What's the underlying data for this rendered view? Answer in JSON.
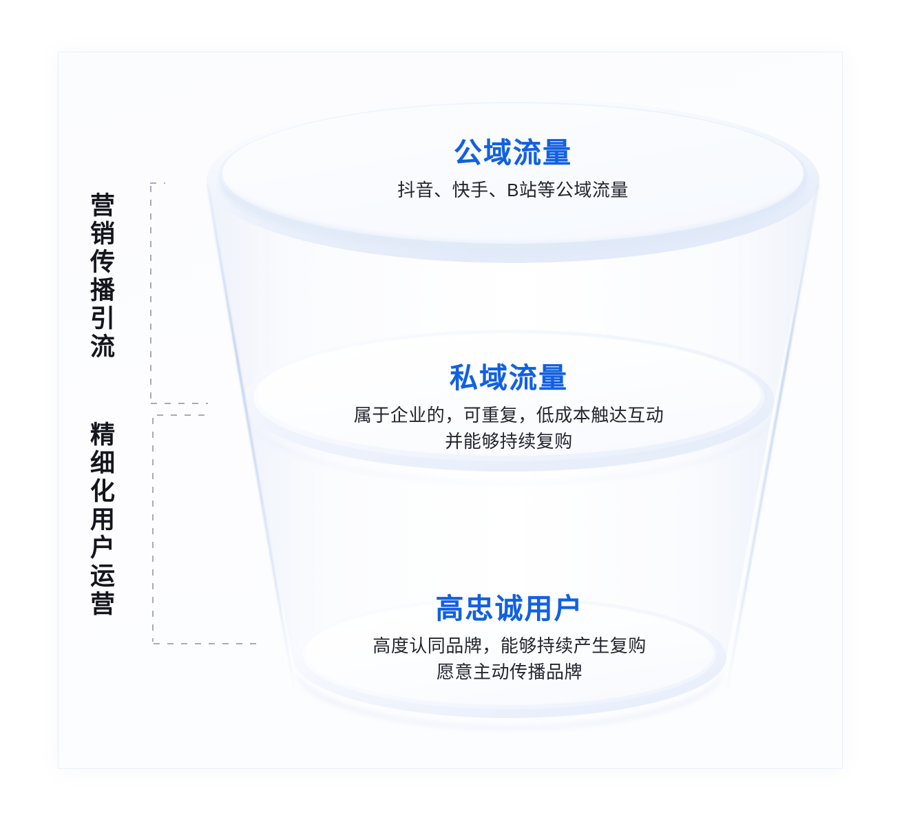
{
  "diagram": {
    "type": "funnel",
    "title_hidden": "",
    "accent_color": "#1160e0",
    "text_color": "#24242e",
    "card_background": "#fbfcfe",
    "phase_labels": [
      {
        "text": "营销传播引流"
      },
      {
        "text": "精细化用户运营"
      }
    ],
    "stages": [
      {
        "id": "public-domain-traffic",
        "title": "公域流量",
        "description": "抖音、快手、B站等公域流量"
      },
      {
        "id": "private-domain-traffic",
        "title": "私域流量",
        "description": "属于企业的，可重复，低成本触达互动\n并能够持续复购"
      },
      {
        "id": "high-loyalty-users",
        "title": "高忠诚用户",
        "description": "高度认同品牌，能够持续产生复购\n愿意主动传播品牌"
      }
    ]
  }
}
